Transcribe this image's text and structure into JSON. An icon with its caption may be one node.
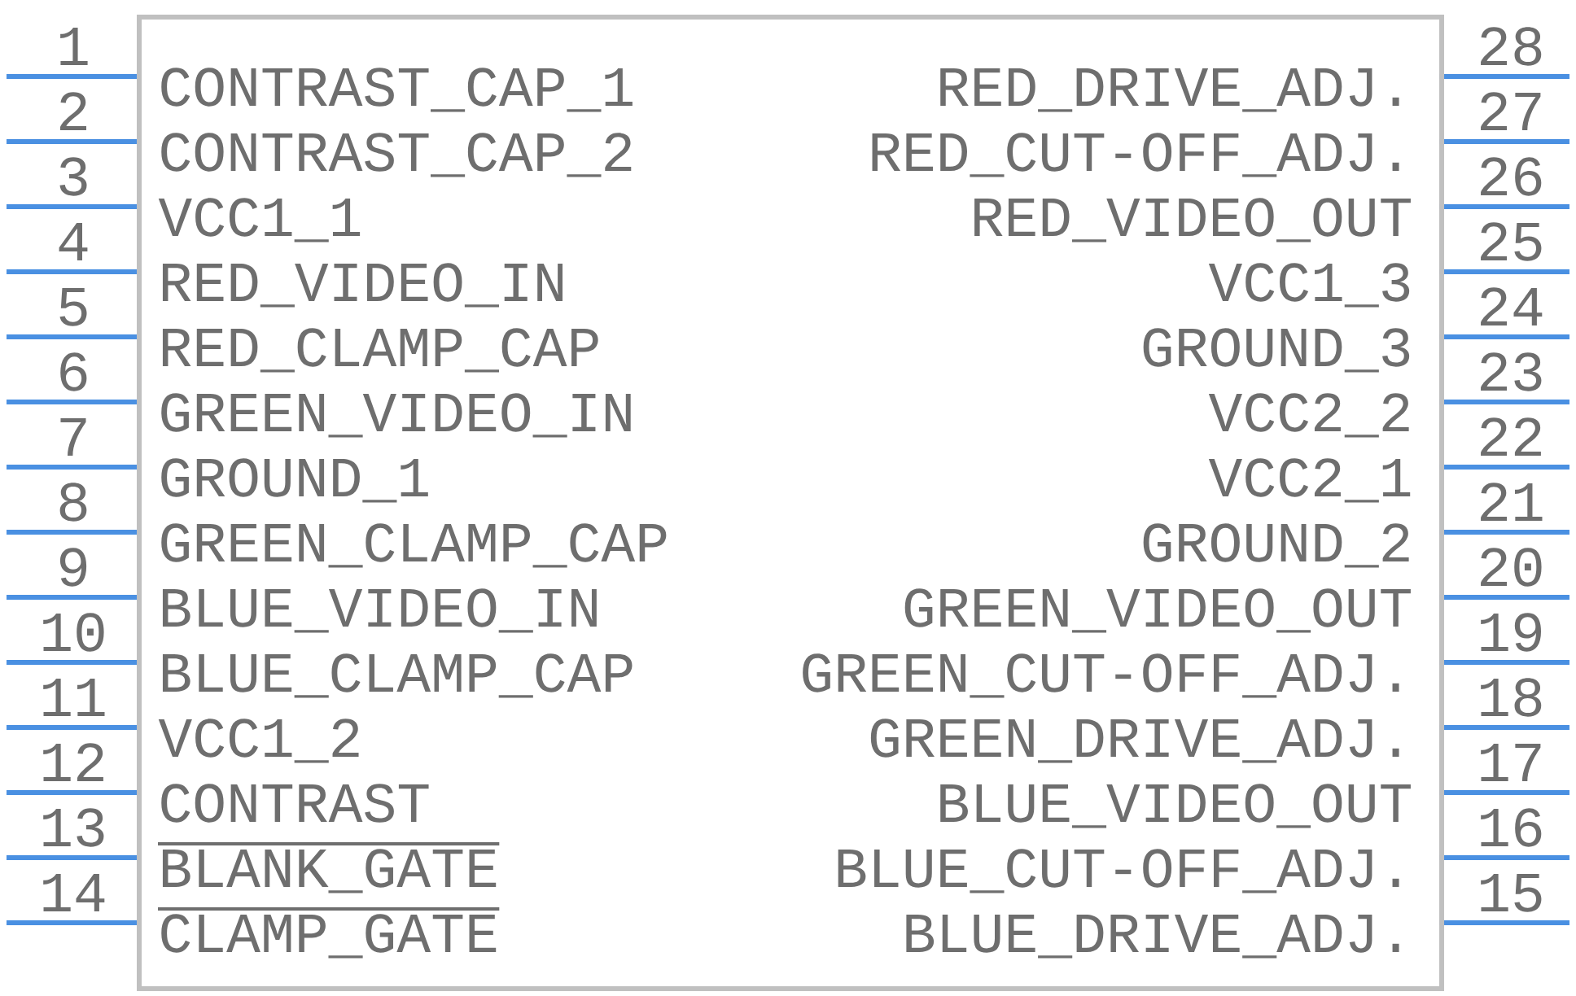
{
  "diagram": {
    "nodes": [
      {
        "text": [
          "CONTRAST_CAP_1",
          "CONTRAST_CAP_2",
          "VCC1_1",
          "RED_VIDEO_IN",
          "RED_CLAMP_CAP",
          "GREEN_VIDEO_IN",
          "GROUND_1",
          "GREEN_CLAMP_CAP",
          "BLUE_VIDEO_IN",
          "BLUE_CLAMP_CAP",
          "VCC1_2",
          "CONTRAST",
          "BLANK_GATE",
          "CLAMP_GATE",
          "RED_DRIVE_ADJ.",
          "RED_CUT-OFF_ADJ.",
          "RED_VIDEO_OUT",
          "VCC1_3",
          "GROUND_3",
          "VCC2_2",
          "VCC2_1",
          "GROUND_2",
          "GREEN_VIDEO_OUT",
          "GREEN_CUT-OFF_ADJ.",
          "GREEN_DRIVE_ADJ.",
          "BLUE_VIDEO_OUT",
          "BLUE_CUT-OFF_ADJ.",
          "BLUE_DRIVE_ADJ."
        ]
      }
    ],
    "labels": [
      "1",
      "2",
      "3",
      "4",
      "5",
      "6",
      "7",
      "8",
      "9",
      "10",
      "11",
      "12",
      "13",
      "14",
      "28",
      "27",
      "26",
      "25",
      "24",
      "23",
      "22",
      "21",
      "20",
      "19",
      "18",
      "17",
      "16",
      "15"
    ]
  }
}
